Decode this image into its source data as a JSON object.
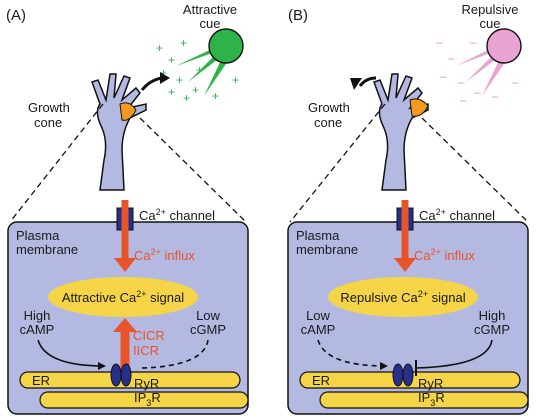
{
  "colors": {
    "attractive_cue": "#2db34a",
    "repulsive_cue": "#e9a3d3",
    "cell": "#b4b9e2",
    "er": "#f5d547",
    "signal": "#f5d547",
    "orange_arrow": "#e8542a",
    "channel": "#26308a",
    "ryr": "#26308a",
    "growth_cone_tip": "#f39a1e"
  },
  "panels": [
    {
      "label": "(A)",
      "cue_line1": "Attractive",
      "cue_line2": "cue",
      "cue_sign": "+",
      "growth_line1": "Growth",
      "growth_line2": "cone",
      "channel_prefix": "Ca",
      "channel_sup": "2+",
      "channel_suffix": " channel",
      "membrane_line1": "Plasma",
      "membrane_line2": "membrane",
      "influx_prefix": "Ca",
      "influx_sup": "2+",
      "influx_suffix": " influx",
      "signal_prefix": "Attractive Ca",
      "signal_sup": "2+",
      "signal_suffix": " signal",
      "left_line1": "High",
      "left_line2": "cAMP",
      "right_line1": "Low",
      "right_line2": "cGMP",
      "release_line1": "CICR",
      "release_line2": "IICR",
      "er_label": "ER",
      "ryr_label": "RyR",
      "ip3r_prefix": "IP",
      "ip3r_sub": "3",
      "ip3r_suffix": "R"
    },
    {
      "label": "(B)",
      "cue_line1": "Repulsive",
      "cue_line2": "cue",
      "cue_sign": "–",
      "growth_line1": "Growth",
      "growth_line2": "cone",
      "channel_prefix": "Ca",
      "channel_sup": "2+",
      "channel_suffix": " channel",
      "membrane_line1": "Plasma",
      "membrane_line2": "membrane",
      "influx_prefix": "Ca",
      "influx_sup": "2+",
      "influx_suffix": " influx",
      "signal_prefix": "Repulsive Ca",
      "signal_sup": "2+",
      "signal_suffix": " signal",
      "left_line1": "Low",
      "left_line2": "cAMP",
      "right_line1": "High",
      "right_line2": "cGMP",
      "er_label": "ER",
      "ryr_label": "RyR",
      "ip3r_prefix": "IP",
      "ip3r_sub": "3",
      "ip3r_suffix": "R"
    }
  ]
}
